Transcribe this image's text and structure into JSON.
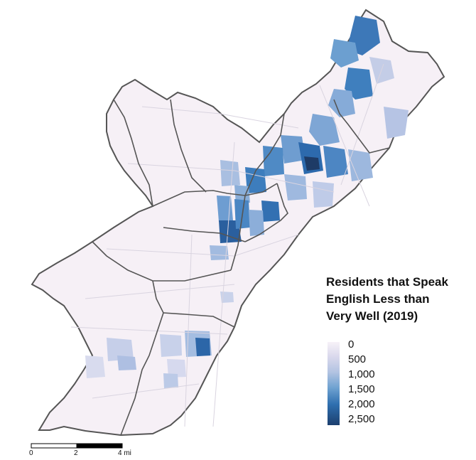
{
  "legend": {
    "title_lines": [
      "Residents that Speak",
      "English Less than",
      "Very Well (2019)"
    ],
    "breaks": [
      "0",
      "500",
      "1,000",
      "1,500",
      "2,000",
      "2,500"
    ]
  },
  "scale_bar": {
    "labels": [
      "0",
      "2",
      "4 mi"
    ]
  },
  "colors": {
    "background_fill": "#f6f0f6",
    "ramp_low": "#f7f2f8",
    "ramp_high": "#1c3f6e",
    "boundary": "#555555"
  }
}
